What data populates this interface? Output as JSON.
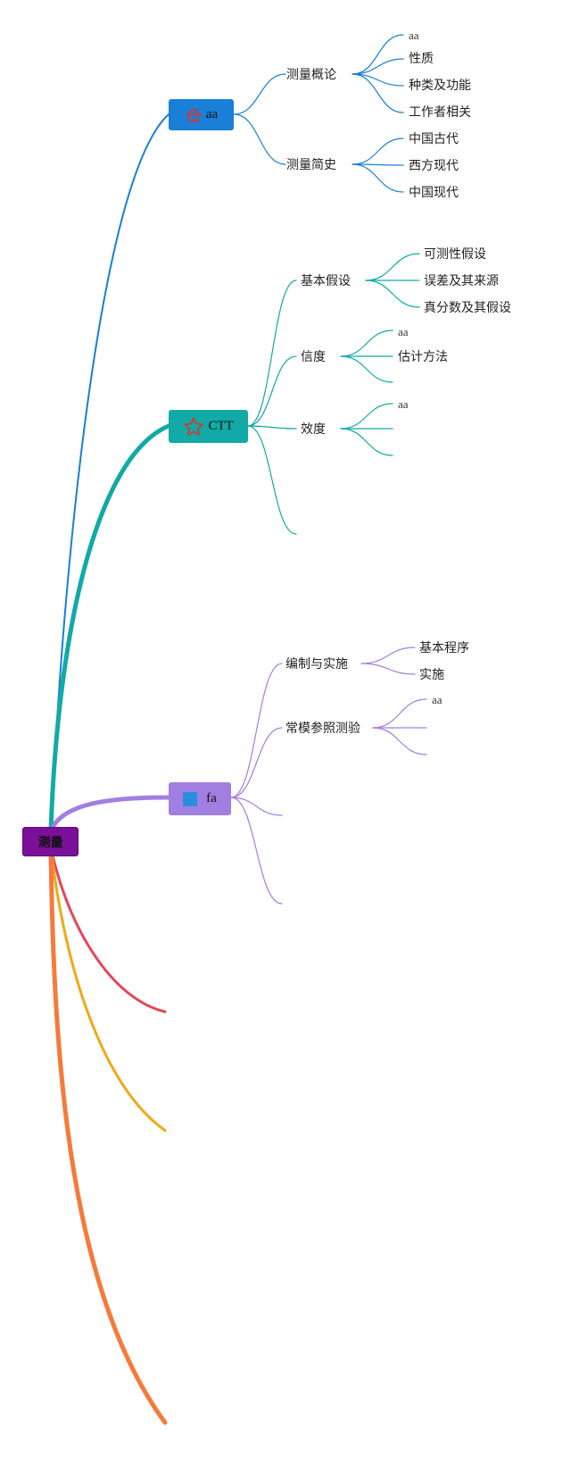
{
  "root": {
    "label": "测量",
    "color": "#7a109a"
  },
  "branches": [
    {
      "label": "aa",
      "icon": "home-icon",
      "color": "#1a7fd6",
      "topics": [
        {
          "label": "测量概论",
          "items": [
            "aa",
            "性质",
            "种类及功能",
            "工作者相关"
          ]
        },
        {
          "label": "测量简史",
          "items": [
            "中国古代",
            "西方现代",
            "中国现代"
          ]
        }
      ]
    },
    {
      "label": "CTT",
      "icon": "star-icon",
      "color": "#11aaa6",
      "topics": [
        {
          "label": "基本假设",
          "items": [
            "可测性假设",
            "误差及其来源",
            "真分数及其假设"
          ]
        },
        {
          "label": "信度",
          "items": [
            "aa",
            "估计方法",
            ""
          ]
        },
        {
          "label": "效度",
          "items": [
            "aa",
            "",
            ""
          ]
        },
        {
          "label": "",
          "items": []
        }
      ]
    },
    {
      "label": "fa",
      "icon": "square-icon",
      "color": "#a07fe0",
      "topics": [
        {
          "label": "编制与实施",
          "items": [
            "基本程序",
            "实施"
          ]
        },
        {
          "label": "常模参照测验",
          "items": [
            "aa",
            "",
            ""
          ]
        },
        {
          "label": "",
          "items": []
        },
        {
          "label": "",
          "items": []
        }
      ]
    }
  ],
  "empty_branch_colors": [
    "#e4475b",
    "#f0a818",
    "#f57a3c"
  ]
}
